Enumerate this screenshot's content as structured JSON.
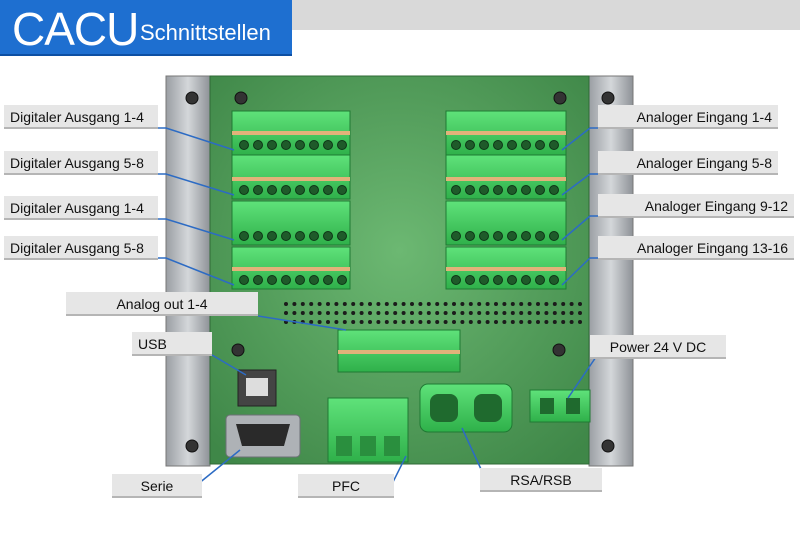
{
  "title": {
    "main": "CACU",
    "sub": "Schnittstellen"
  },
  "labels": {
    "dout_1_4_a": "Digitaler Ausgang 1-4",
    "dout_5_8_a": "Digitaler Ausgang 5-8",
    "dout_1_4_b": "Digitaler Ausgang 1-4",
    "dout_5_8_b": "Digitaler Ausgang 5-8",
    "ain_1_4": "Analoger Eingang 1-4",
    "ain_5_8": "Analoger Eingang 5-8",
    "ain_9_12": "Analoger Eingang 9-12",
    "ain_13_16": "Analoger Eingang 13-16",
    "aout_1_4": "Analog out 1-4",
    "usb": "USB",
    "power": "Power 24 V DC",
    "serie": "Serie",
    "pfc": "PFC",
    "rsa_rsb": "RSA/RSB"
  },
  "colors": {
    "title_bg": "#1e6fd0",
    "board": "#4f9a57",
    "connector": "#3fcf5c",
    "leader_line": "#2c6bc4",
    "label_bg": "#e6e6e6"
  }
}
